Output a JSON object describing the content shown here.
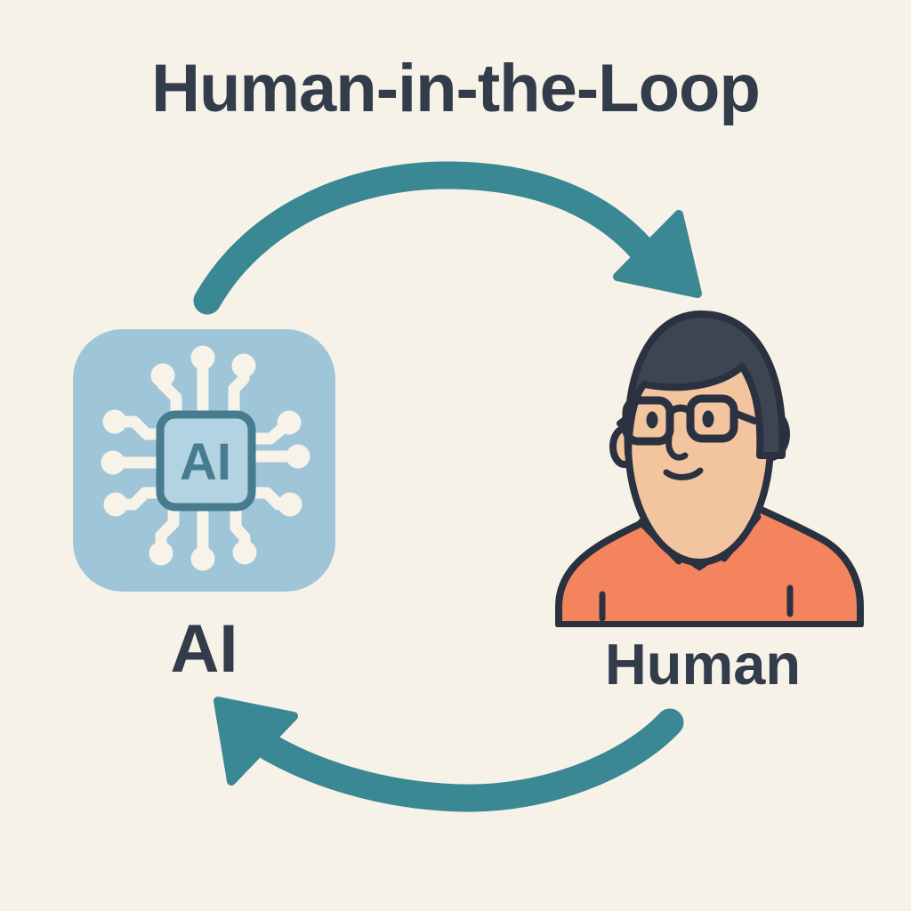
{
  "diagram": {
    "title": "Human-in-the-Loop",
    "ai_node": {
      "label": "AI",
      "chip_text": "AI",
      "icon": "ai-chip-icon"
    },
    "human_node": {
      "label": "Human",
      "icon": "person-icon"
    },
    "arrows": [
      {
        "name": "ai-to-human",
        "from": "AI",
        "to": "Human",
        "position": "top",
        "direction": "clockwise"
      },
      {
        "name": "human-to-ai",
        "from": "Human",
        "to": "AI",
        "position": "bottom",
        "direction": "clockwise"
      }
    ]
  },
  "colors": {
    "background": "#f7f2e8",
    "text": "#333c4a",
    "arrow-teal": "#3a8894",
    "chip-bg": "#9fc5d9",
    "chip-inner": "#b3d3e2",
    "chip-accent": "#477b8e",
    "trace": "#f7f3e9",
    "skin": "#f2c59e",
    "hair": "#3e4452",
    "outline": "#2a3140",
    "shirt": "#f4845e",
    "collar": "#fdfcf7"
  }
}
